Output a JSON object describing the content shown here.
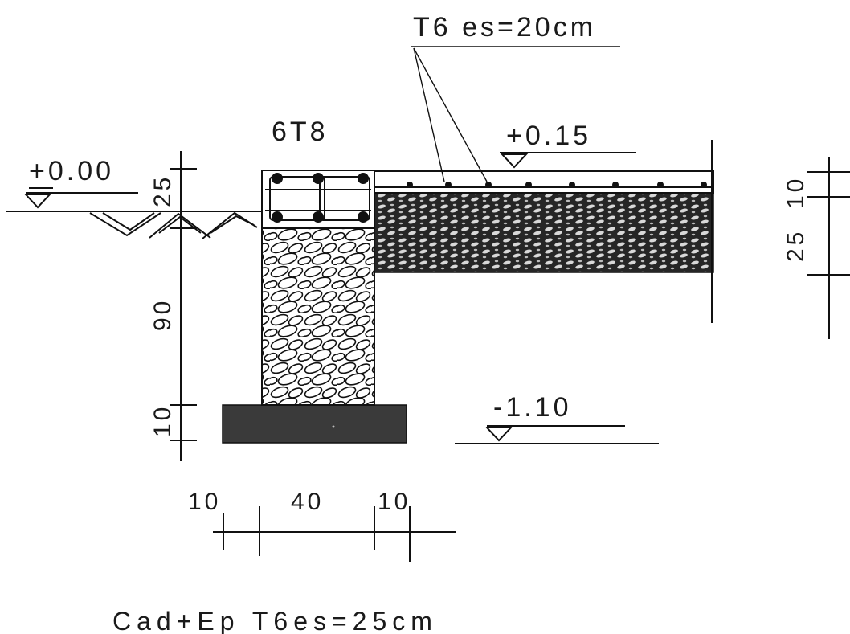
{
  "drawing": {
    "labels": {
      "slab_rebar": "T6 es=20cm",
      "beam_rebar": "6T8",
      "level_slab": "+0.15",
      "level_ground": "+0.00",
      "level_footing": "-1.10",
      "dim_beam_height": "25",
      "dim_wall_height": "90",
      "dim_footing_height": "10",
      "dim_left_offset": "10",
      "dim_wall_width": "40",
      "dim_right_offset": "10",
      "dim_slab_thickness": "10",
      "dim_subbase_thickness": "25",
      "bottom_note": "Cad+Ep T6es=25cm"
    },
    "colors": {
      "ink": "#111111",
      "footing_fill": "#3a3a3a",
      "subbase_fill": "#2b2b2b"
    }
  }
}
